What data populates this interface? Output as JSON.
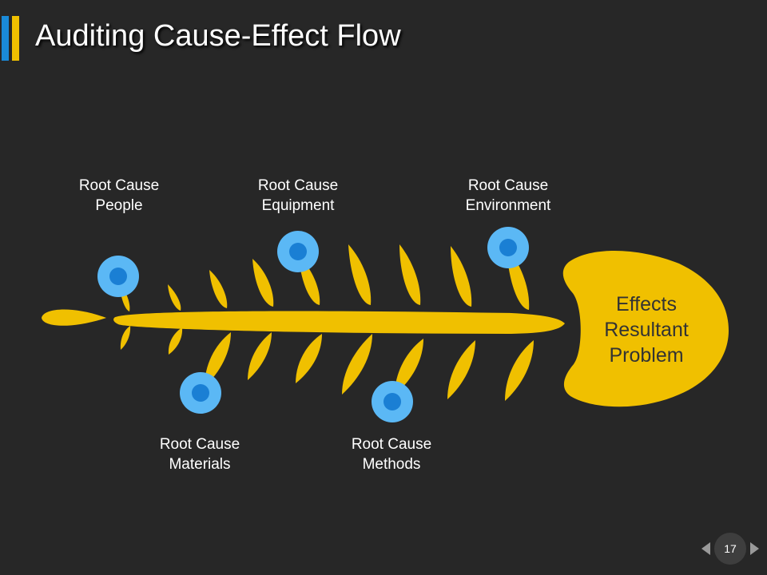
{
  "title": "Auditing Cause-Effect Flow",
  "colors": {
    "bone": "#f0c000",
    "node_outer": "#5bb8f5",
    "node_inner": "#1a7fd4",
    "background": "#272727"
  },
  "causes": [
    {
      "line1": "Root Cause",
      "line2": "People"
    },
    {
      "line1": "Root Cause",
      "line2": "Equipment"
    },
    {
      "line1": "Root Cause",
      "line2": "Environment"
    },
    {
      "line1": "Root Cause",
      "line2": "Materials"
    },
    {
      "line1": "Root Cause",
      "line2": "Methods"
    }
  ],
  "effect": {
    "line1": "Effects",
    "line2": "Resultant",
    "line3": "Problem"
  },
  "page_number": "17"
}
